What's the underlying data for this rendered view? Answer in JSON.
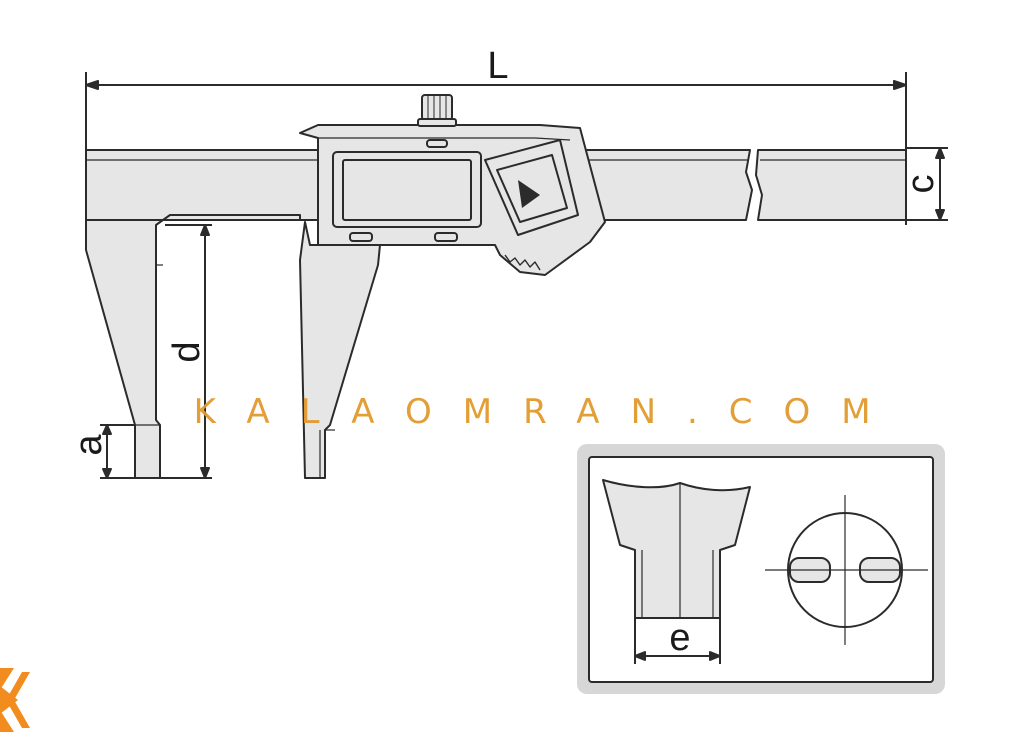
{
  "labels": {
    "length": "L",
    "depth": "d",
    "jaw_tip": "a",
    "beam_height": "c",
    "tip_width": "e"
  },
  "watermark": "KALAOMRAN.COM",
  "colors": {
    "fill": "#e6e6e6",
    "stroke": "#2b2b2b",
    "watermark": "#e29a2d",
    "brand": "#f28c1e"
  },
  "icons": {
    "play_button": "play-triangle-icon",
    "brand_mark": "kalaomran-logo-icon"
  }
}
